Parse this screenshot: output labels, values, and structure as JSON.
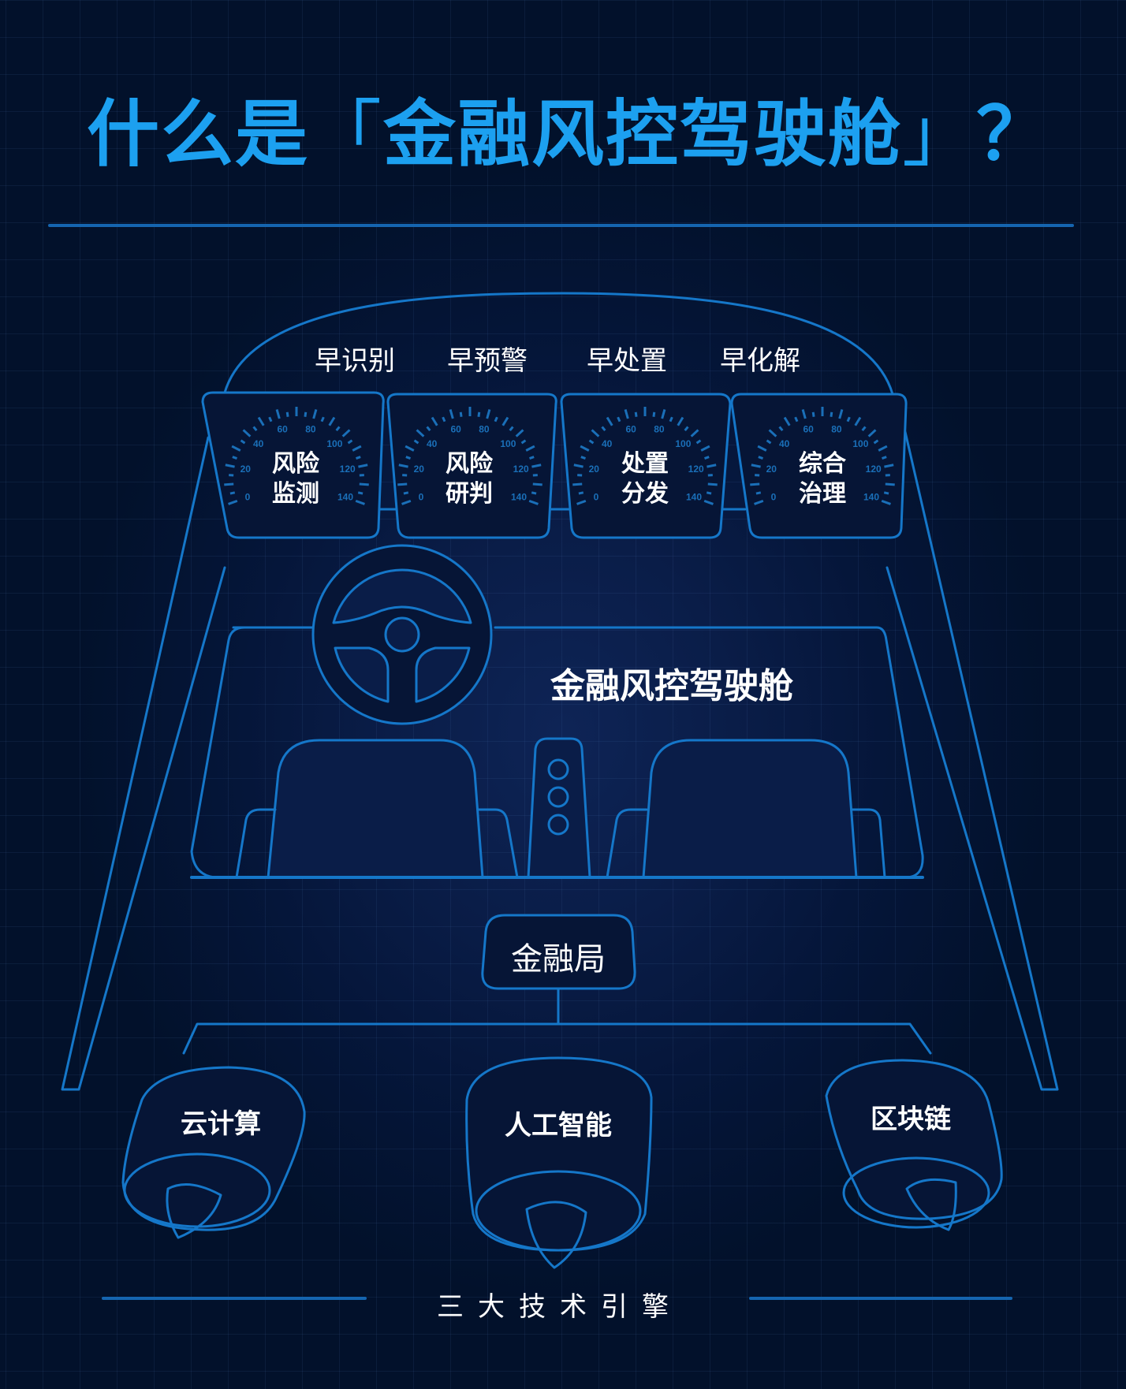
{
  "title": {
    "prefix": "什么是",
    "open_bracket": "「",
    "highlight": "金融风控驾驶舱",
    "close_bracket": "」",
    "suffix": "？",
    "color": "#1ca0f0"
  },
  "early_stages": [
    "早识别",
    "早预警",
    "早处置",
    "早化解"
  ],
  "gauges": [
    {
      "line1": "风险",
      "line2": "监测"
    },
    {
      "line1": "风险",
      "line2": "研判"
    },
    {
      "line1": "处置",
      "line2": "分发"
    },
    {
      "line1": "综合",
      "line2": "治理"
    }
  ],
  "gauge_scale": [
    "0",
    "20",
    "40",
    "60",
    "80",
    "100",
    "120",
    "140"
  ],
  "cockpit_label": "金融风控驾驶舱",
  "bureau_label": "金融局",
  "engines": [
    "云计算",
    "人工智能",
    "区块链"
  ],
  "footer_caption": "三大技术引擎",
  "colors": {
    "background": "#02112b",
    "line": "#1577c9",
    "tick": "#1a6fb8",
    "text": "#ffffff"
  }
}
